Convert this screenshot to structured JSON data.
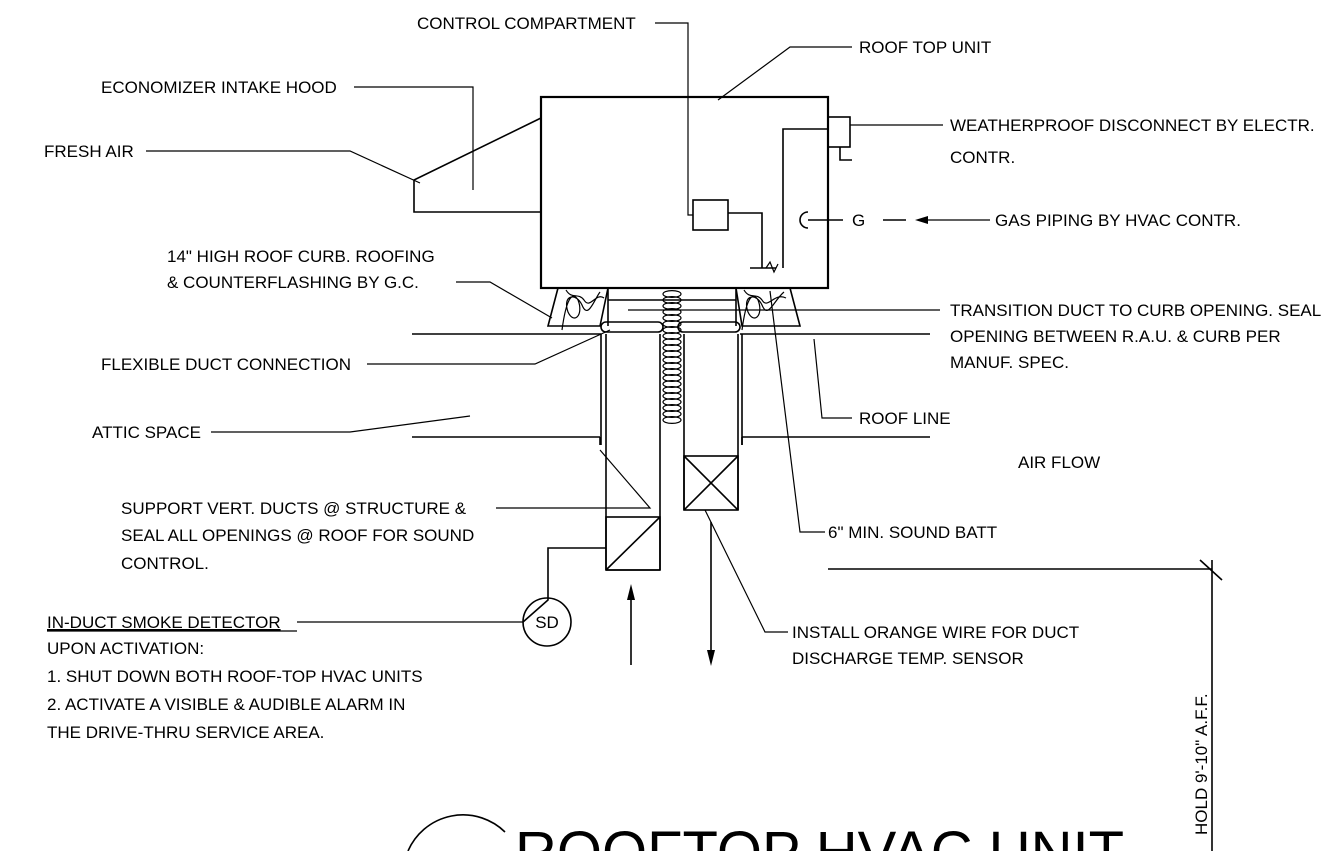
{
  "labels": {
    "control_compartment": "CONTROL COMPARTMENT",
    "roof_top_unit": "ROOF TOP UNIT",
    "economizer_intake_hood": "ECONOMIZER INTAKE HOOD",
    "fresh_air": "FRESH AIR",
    "weatherproof_disconnect_1": "WEATHERPROOF DISCONNECT BY ELECTR.",
    "weatherproof_disconnect_2": "CONTR.",
    "gas_symbol": "G",
    "gas_piping": "GAS PIPING BY HVAC CONTR.",
    "roof_curb_1": "14\" HIGH ROOF CURB. ROOFING",
    "roof_curb_2": "& COUNTERFLASHING  BY G.C.",
    "transition_duct_1": "TRANSITION DUCT TO CURB OPENING.  SEAL",
    "transition_duct_2": "OPENING BETWEEN R.A.U. & CURB PER",
    "transition_duct_3": "MANUF. SPEC.",
    "flexible_duct": "FLEXIBLE DUCT CONNECTION",
    "roof_line": "ROOF LINE",
    "attic_space": "ATTIC SPACE",
    "air_flow": "AIR FLOW",
    "support_ducts_1": "SUPPORT VERT. DUCTS @ STRUCTURE &",
    "support_ducts_2": "SEAL ALL OPENINGS @ ROOF FOR SOUND",
    "support_ducts_3": "CONTROL.",
    "sound_batt": "6\" MIN. SOUND BATT",
    "smoke_detector_title": "IN-DUCT SMOKE DETECTOR",
    "smoke_detector_symbol": "SD",
    "upon_activation": "UPON ACTIVATION:",
    "step_1": "1.  SHUT DOWN BOTH ROOF-TOP HVAC UNITS",
    "step_2": "2.  ACTIVATE A VISIBLE & AUDIBLE ALARM IN",
    "step_2b": "THE DRIVE-THRU SERVICE AREA.",
    "orange_wire_1": "INSTALL ORANGE WIRE FOR DUCT",
    "orange_wire_2": "DISCHARGE TEMP. SENSOR",
    "hold_dimension": "HOLD 9'-10\" A.F.F.",
    "detail_title": "ROOFTOP HVAC UNIT"
  }
}
